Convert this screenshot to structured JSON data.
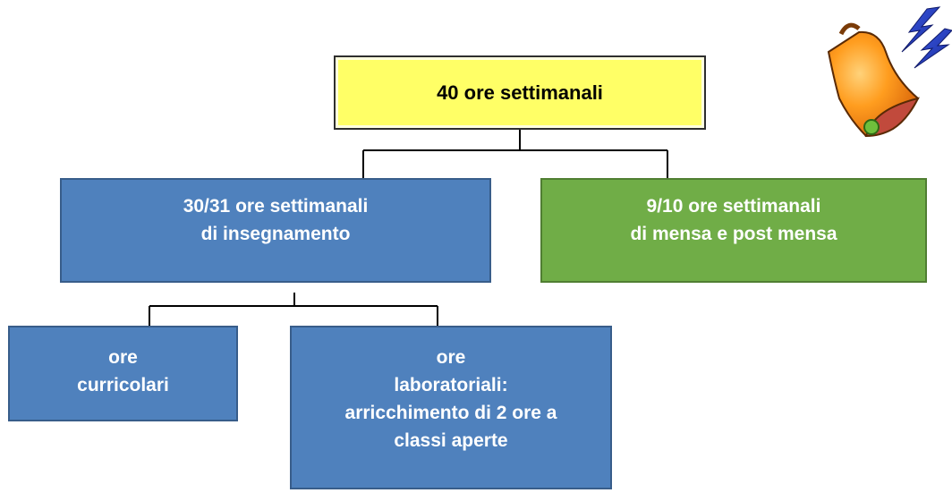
{
  "diagram": {
    "root": {
      "lines": [
        "40 ore settimanali"
      ]
    },
    "teaching": {
      "lines": [
        "30/31 ore settimanali",
        "di insegnamento"
      ]
    },
    "mensa": {
      "lines": [
        "9/10 ore settimanali",
        "di mensa e post mensa"
      ]
    },
    "curricular": {
      "lines": [
        "ore",
        "curricolari"
      ]
    },
    "lab": {
      "lines": [
        "ore",
        "laboratoriali:",
        "arricchimento di 2 ore a",
        "classi aperte"
      ]
    }
  },
  "colors": {
    "root_fill": "#ffff66",
    "blue_fill": "#4f81bd",
    "green_fill": "#70ad47",
    "connector": "#000000"
  },
  "icons": {
    "bell": "bell-icon",
    "lightning": "lightning-icon"
  }
}
